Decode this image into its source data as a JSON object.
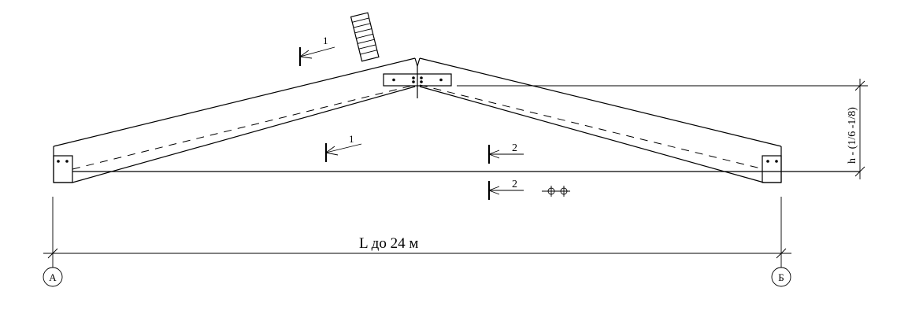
{
  "labels": {
    "span": "L до 24 м",
    "height": "h - (1/6 -1/8)",
    "axis_a": "А",
    "axis_b": "Б",
    "section_1": "1",
    "section_2": "2"
  }
}
